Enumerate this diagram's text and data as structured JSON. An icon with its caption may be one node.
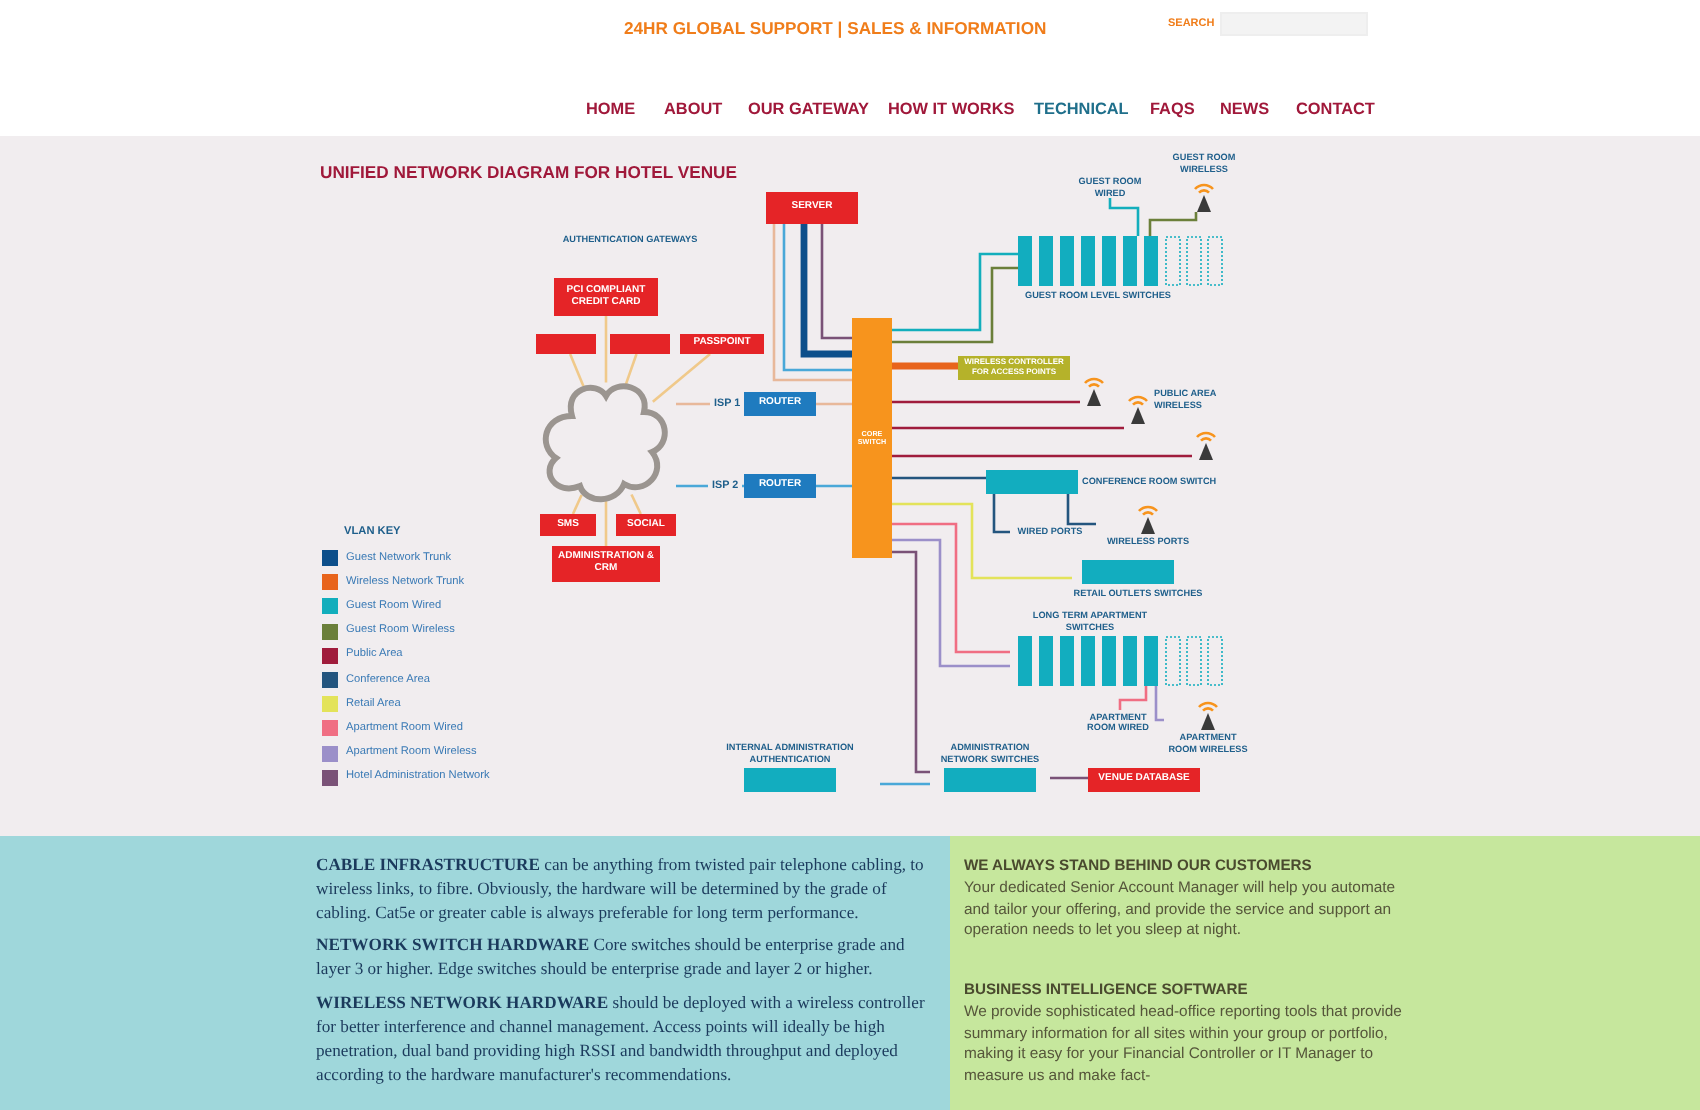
{
  "diagram": {
    "title": "UNIFIED NETWORK DIAGRAM FOR HOTEL VENUE",
    "nodes": [
      {
        "text": [
          "SERVER"
        ]
      },
      {
        "text": [
          "PCI COMPLIANT CREDIT CARD"
        ]
      },
      {
        "text": [],
        "shape": "box"
      },
      {
        "text": [],
        "shape": "box"
      },
      {
        "text": [
          "PASSPOINT"
        ]
      },
      {
        "text": [],
        "shape": "cloud"
      },
      {
        "text": [
          "SMS"
        ]
      },
      {
        "text": [
          "SOCIAL"
        ]
      },
      {
        "text": [
          "ADMINISTRATION & CRM"
        ]
      },
      {
        "text": [
          "ROUTER"
        ]
      },
      {
        "text": [
          "ROUTER"
        ]
      },
      {
        "text": [
          "CORE SWITCH"
        ]
      },
      {
        "text": [
          "WIRELESS CONTROLLER FOR ACCESS POINTS"
        ]
      },
      {
        "text": [
          "GUEST ROOM LEVEL SWITCHES"
        ]
      },
      {
        "text": [
          "GUEST ROOM WIRELESS"
        ]
      },
      {
        "text": [
          "GUEST ROOM WIRED"
        ]
      },
      {
        "text": [],
        "shape": "picture"
      },
      {
        "text": [
          "PUBLIC AREA WIRELESS"
        ]
      },
      {
        "text": [],
        "shape": "picture"
      },
      {
        "text": [
          "CONFERENCE ROOM SWITCH"
        ]
      },
      {
        "text": [
          "WIRED PORTS"
        ]
      },
      {
        "text": [
          "WIRELESS PORTS"
        ]
      },
      {
        "text": [
          "RETAIL OUTLETS SWITCHES"
        ]
      },
      {
        "text": [
          "LONG TERM APARTMENT SWITCHES"
        ]
      },
      {
        "text": [
          "APARTMENT ROOM WIRED"
        ]
      },
      {
        "text": [
          "APARTMENT ROOM WIRELESS"
        ]
      },
      {
        "text": [
          "INTERNAL ADMINISTRATION AUTHENTICATION"
        ]
      },
      {
        "text": [
          "ADMINISTRATION NETWORK SWITCHES"
        ]
      },
      {
        "text": [
          "VENUE DATABASE"
        ]
      }
    ],
    "edges": [
      {
        "from": 0,
        "to": 11,
        "arrow": "none",
        "color": "#e8b89a"
      },
      {
        "from": 0,
        "to": 11,
        "arrow": "none",
        "color": "#4aa8d8"
      },
      {
        "from": 0,
        "to": 11,
        "arrow": "none",
        "style": "thick",
        "color": "#0d4f8b"
      },
      {
        "from": 0,
        "to": 11,
        "arrow": "none",
        "color": "#7a5277"
      },
      {
        "from": 1,
        "to": 5,
        "arrow": "none",
        "color": "#f0c98a"
      },
      {
        "from": 2,
        "to": 5,
        "arrow": "none",
        "color": "#f0c98a"
      },
      {
        "from": 3,
        "to": 5,
        "arrow": "none",
        "color": "#f0c98a"
      },
      {
        "from": 4,
        "to": 5,
        "arrow": "none",
        "color": "#f0c98a"
      },
      {
        "from": 6,
        "to": 5,
        "arrow": "none",
        "color": "#f0c98a"
      },
      {
        "from": 7,
        "to": 5,
        "arrow": "none",
        "color": "#f0c98a"
      },
      {
        "from": 8,
        "to": 5,
        "arrow": "none",
        "color": "#f0c98a"
      },
      {
        "from": 5,
        "to": 9,
        "arrow": "none",
        "label": "ISP 1",
        "color": "#e8b89a"
      },
      {
        "from": 9,
        "to": 11,
        "arrow": "none",
        "color": "#e8b89a"
      },
      {
        "from": 5,
        "to": 10,
        "arrow": "none",
        "label": "ISP 2",
        "color": "#4aa8d8"
      },
      {
        "from": 10,
        "to": 11,
        "arrow": "none",
        "color": "#4aa8d8"
      },
      {
        "from": 11,
        "to": 13,
        "arrow": "none",
        "color": "#13aebc"
      },
      {
        "from": 11,
        "to": 13,
        "arrow": "none",
        "color": "#6b7f3a"
      },
      {
        "from": 13,
        "to": 15,
        "arrow": "none",
        "color": "#13aebc"
      },
      {
        "from": 13,
        "to": 14,
        "arrow": "none",
        "color": "#6b7f3a"
      },
      {
        "from": 11,
        "to": 12,
        "arrow": "none",
        "style": "thick",
        "color": "#e8641c"
      },
      {
        "from": 11,
        "to": 16,
        "arrow": "none",
        "color": "#a01c3c"
      },
      {
        "from": 11,
        "to": 17,
        "arrow": "none",
        "color": "#a01c3c"
      },
      {
        "from": 11,
        "to": 18,
        "arrow": "none",
        "color": "#a01c3c"
      },
      {
        "from": 11,
        "to": 19,
        "arrow": "none",
        "color": "#24557e"
      },
      {
        "from": 19,
        "to": 20,
        "arrow": "none",
        "color": "#24557e"
      },
      {
        "from": 19,
        "to": 21,
        "arrow": "none",
        "color": "#24557e"
      },
      {
        "from": 11,
        "to": 22,
        "arrow": "none",
        "color": "#e3e35a"
      },
      {
        "from": 11,
        "to": 23,
        "arrow": "none",
        "color": "#f06e83"
      },
      {
        "from": 11,
        "to": 23,
        "arrow": "none",
        "color": "#9b8fc9"
      },
      {
        "from": 23,
        "to": 24,
        "arrow": "none",
        "color": "#f06e83"
      },
      {
        "from": 23,
        "to": 25,
        "arrow": "none",
        "color": "#9b8fc9"
      },
      {
        "from": 11,
        "to": 27,
        "arrow": "none",
        "color": "#7a5277"
      },
      {
        "from": 26,
        "to": 27,
        "arrow": "none",
        "color": "#4aa8d8"
      },
      {
        "from": 27,
        "to": 28,
        "arrow": "none",
        "color": "#7a5277"
      }
    ],
    "labels": [
      "24HR GLOBAL SUPPORT | SALES & INFORMATION",
      "SEARCH",
      "HOME",
      "ABOUT",
      "OUR GATEWAY",
      "HOW IT WORKS",
      "TECHNICAL",
      "FAQS",
      "NEWS",
      "CONTACT",
      "AUTHENTICATION GATEWAYS",
      "VLAN KEY",
      "**CABLE INFRASTRUCTURE** can be anything from twisted pair telephone cabling, to wireless links, to fibre. Obviously, the hardware will be determined by the grade of cabling. Cat5e or greater cable is always preferable for long term performance.",
      "**NETWORK SWITCH HARDWARE** Core switches should be enterprise grade and layer 3 or higher. Edge switches should be enterprise grade and layer 2 or higher.",
      "**WIRELESS NETWORK HARDWARE** should be deployed with a wireless controller for better interference and channel management. Access points will ideally be high penetration, dual band providing high RSSI and bandwidth throughput and deployed according to the hardware manufacturer's recommendations.",
      "WE ALWAYS STAND BEHIND OUR CUSTOMERS",
      "Your dedicated Senior Account Manager will help you automate and tailor your offering, and provide the service and support an operation needs to let you sleep at night.",
      "BUSINESS INTELLIGENCE SOFTWARE",
      "We provide sophisticated head-office reporting tools that provide summary information for all sites within your group or portfolio, making it easy for your Financial Controller or IT Manager to measure us and make fact-"
    ],
    "legend": [
      {
        "text": "Guest Network Trunk",
        "color": "#0d4f8b"
      },
      {
        "text": "Wireless Network Trunk",
        "color": "#e8641c"
      },
      {
        "text": "Guest Room Wired",
        "color": "#13aebc"
      },
      {
        "text": "Guest Room Wireless",
        "color": "#6b7f3a"
      },
      {
        "text": "Public Area",
        "color": "#a01c3c"
      },
      {
        "text": "Conference Area",
        "color": "#24557e"
      },
      {
        "text": "Retail Area",
        "color": "#e3e35a"
      },
      {
        "text": "Apartment Room Wired",
        "color": "#f06e83"
      },
      {
        "text": "Apartment Room Wireless",
        "color": "#9b8fc9"
      },
      {
        "text": "Hotel Administration Network",
        "color": "#7a5277"
      }
    ]
  }
}
